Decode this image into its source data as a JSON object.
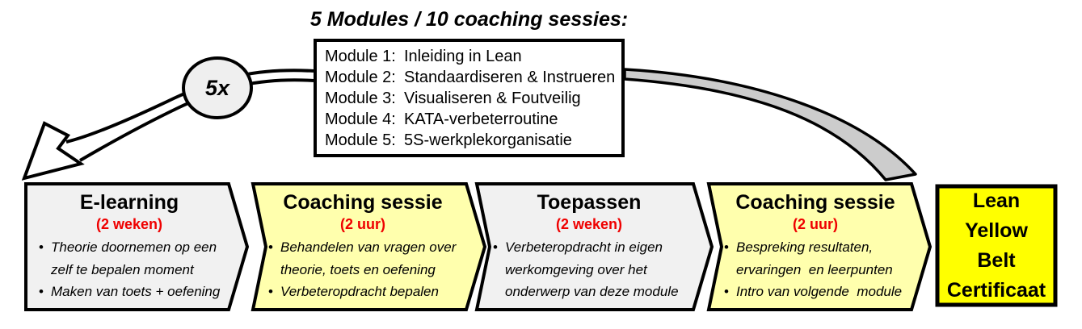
{
  "header": {
    "title": "5 Modules / 10 coaching sessies:"
  },
  "modules_box": {
    "items": [
      {
        "label": "Module 1:",
        "name": "Inleiding in Lean"
      },
      {
        "label": "Module 2:",
        "name": "Standaardiseren & Instrueren"
      },
      {
        "label": "Module 3:",
        "name": "Visualiseren & Foutveilig"
      },
      {
        "label": "Module 4:",
        "name": "KATA-verbeterroutine"
      },
      {
        "label": "Module 5:",
        "name": "5S-werkplekorganisatie"
      }
    ]
  },
  "loop_badge": {
    "label": "5x"
  },
  "steps": [
    {
      "title": "E-learning",
      "duration": "(2 weken)",
      "fill": "#F1F1F1",
      "bullets": [
        "Theorie doornemen op een zelf te bepalen moment",
        "Maken van toets + oefening"
      ]
    },
    {
      "title": "Coaching sessie",
      "duration": "(2 uur)",
      "fill": "#FFFFAD",
      "bullets": [
        "Behandelen van vragen over theorie, toets en oefening",
        "Verbeteropdracht bepalen"
      ]
    },
    {
      "title": "Toepassen",
      "duration": "(2 weken)",
      "fill": "#F1F1F1",
      "bullets": [
        "Verbeteropdracht in eigen werkomgeving over het onderwerp van deze module"
      ]
    },
    {
      "title": "Coaching sessie",
      "duration": "(2 uur)",
      "fill": "#FFFFAD",
      "bullets": [
        "Bespreking resultaten, ervaringen  en leerpunten",
        "Intro van volgende  module"
      ]
    }
  ],
  "certificate": {
    "lines": [
      "Lean",
      "Yellow",
      "Belt",
      "Certificaat"
    ],
    "fill": "#FFFF00"
  },
  "colors": {
    "duration_text": "#EF0000",
    "swoosh_fill": "#CCCCCC",
    "loop_fill": "#EFEFEF",
    "border": "#000000"
  }
}
